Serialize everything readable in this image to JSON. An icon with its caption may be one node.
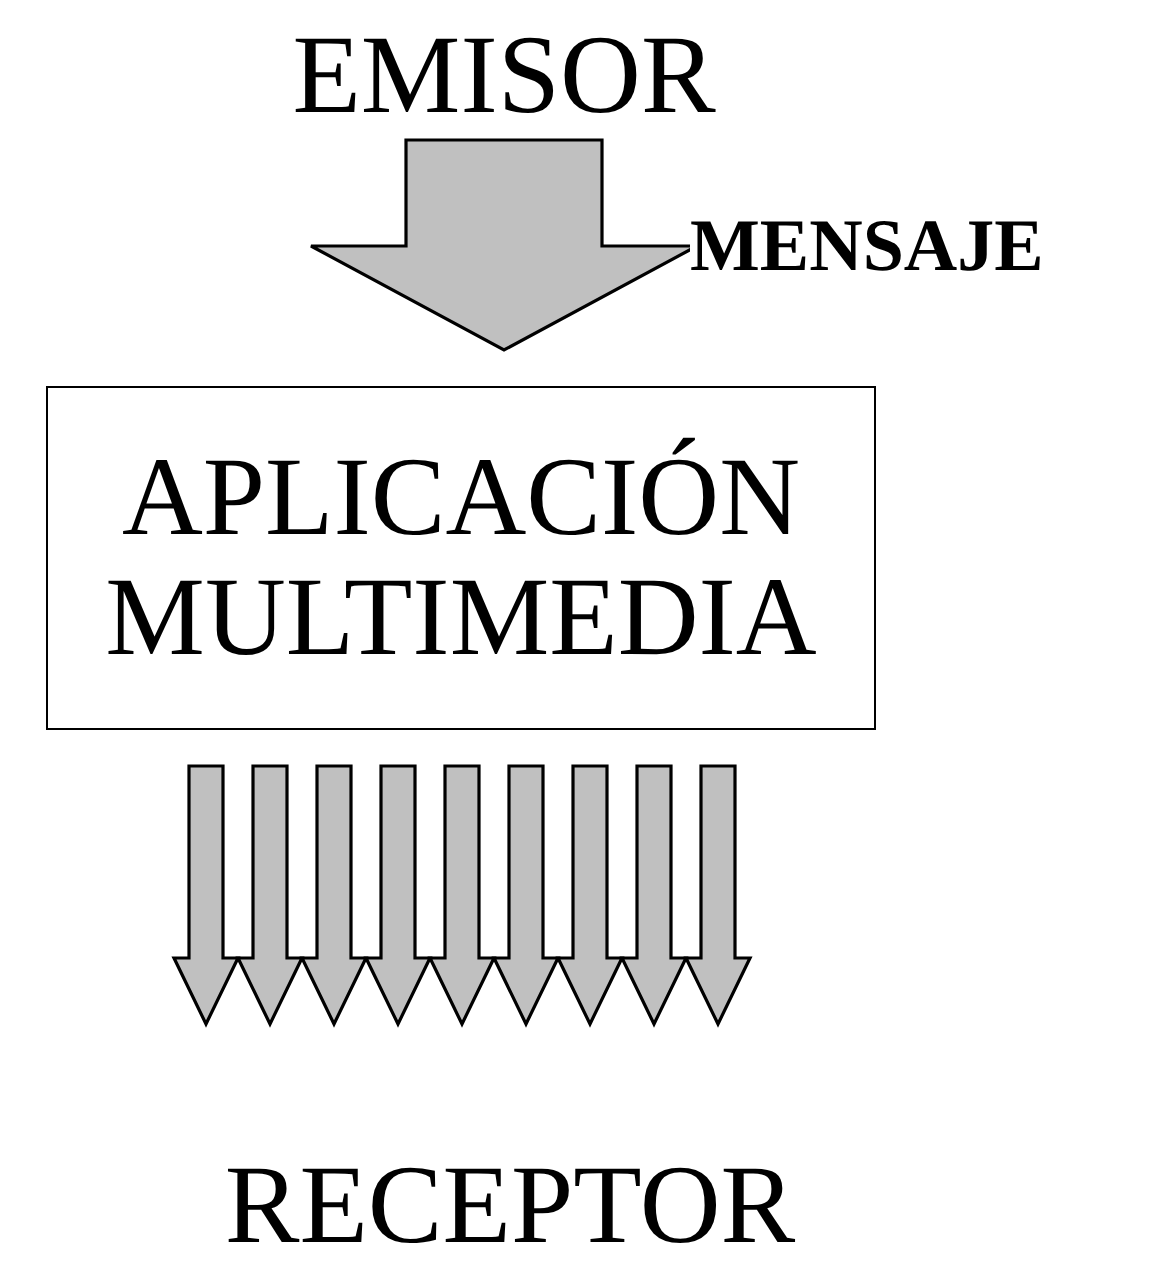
{
  "diagram": {
    "nodes": [
      {
        "text": [
          "EMISOR"
        ]
      },
      {
        "text": [
          "APLICACIÓN MULTIMEDIA"
        ]
      },
      {
        "text": [
          "RECEPTOR"
        ]
      }
    ],
    "edges": [
      {
        "from": 0,
        "to": 1,
        "arrow": "to",
        "label": "MENSAJE"
      },
      {
        "from": 1,
        "to": 2,
        "arrow": "to"
      },
      {
        "from": 1,
        "to": 2,
        "arrow": "to"
      },
      {
        "from": 1,
        "to": 2,
        "arrow": "to"
      },
      {
        "from": 1,
        "to": 2,
        "arrow": "to"
      },
      {
        "from": 1,
        "to": 2,
        "arrow": "to"
      },
      {
        "from": 1,
        "to": 2,
        "arrow": "to"
      },
      {
        "from": 1,
        "to": 2,
        "arrow": "to"
      },
      {
        "from": 1,
        "to": 2,
        "arrow": "to"
      },
      {
        "from": 1,
        "to": 2,
        "arrow": "to"
      }
    ]
  }
}
